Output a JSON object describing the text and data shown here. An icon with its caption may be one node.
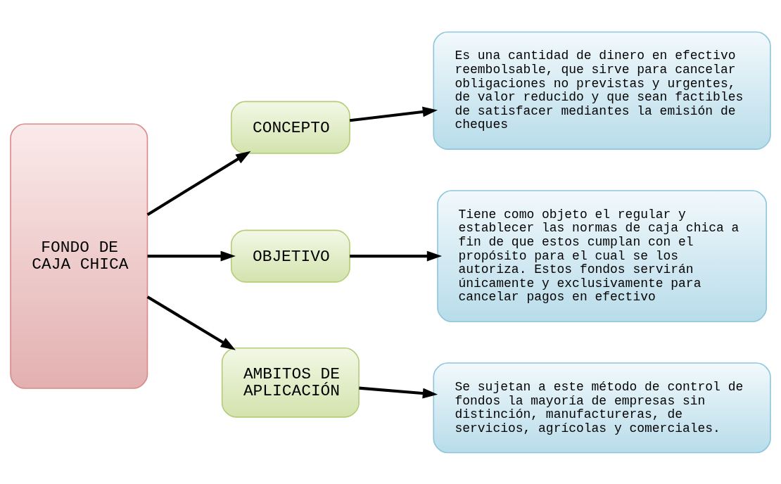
{
  "diagram": {
    "nodes": [
      {
        "text": [
          "FONDO DE CAJA CHICA"
        ]
      },
      {
        "text": [
          "CONCEPTO"
        ]
      },
      {
        "text": [
          "Es una cantidad de dinero en efectivo reembolsable, que sirve para cancelar obligaciones no previstas y urgentes, de valor reducido y que sean factibles de satisfacer mediantes la emisión de cheques"
        ]
      },
      {
        "text": [
          "OBJETIVO"
        ]
      },
      {
        "text": [
          "Tiene como objeto el regular y establecer las normas de caja chica a fin de que estos cumplan con el propósito para el cual se los autoriza. Estos fondos servirán únicamente y exclusivamente para cancelar pagos en efectivo"
        ]
      },
      {
        "text": [
          "AMBITOS DE APLICACIÓN"
        ]
      },
      {
        "text": [
          "Se sujetan a este método de control de fondos la mayoría de empresas sin distinción, manufactureras, de servicios, agrícolas y comerciales."
        ]
      }
    ],
    "edges": [
      {
        "from": 0,
        "to": 1,
        "arrow": "to"
      },
      {
        "from": 1,
        "to": 2,
        "arrow": "to"
      },
      {
        "from": 0,
        "to": 3,
        "arrow": "to"
      },
      {
        "from": 3,
        "to": 4,
        "arrow": "to"
      },
      {
        "from": 0,
        "to": 5,
        "arrow": "to"
      },
      {
        "from": 5,
        "to": 6,
        "arrow": "to"
      }
    ]
  }
}
